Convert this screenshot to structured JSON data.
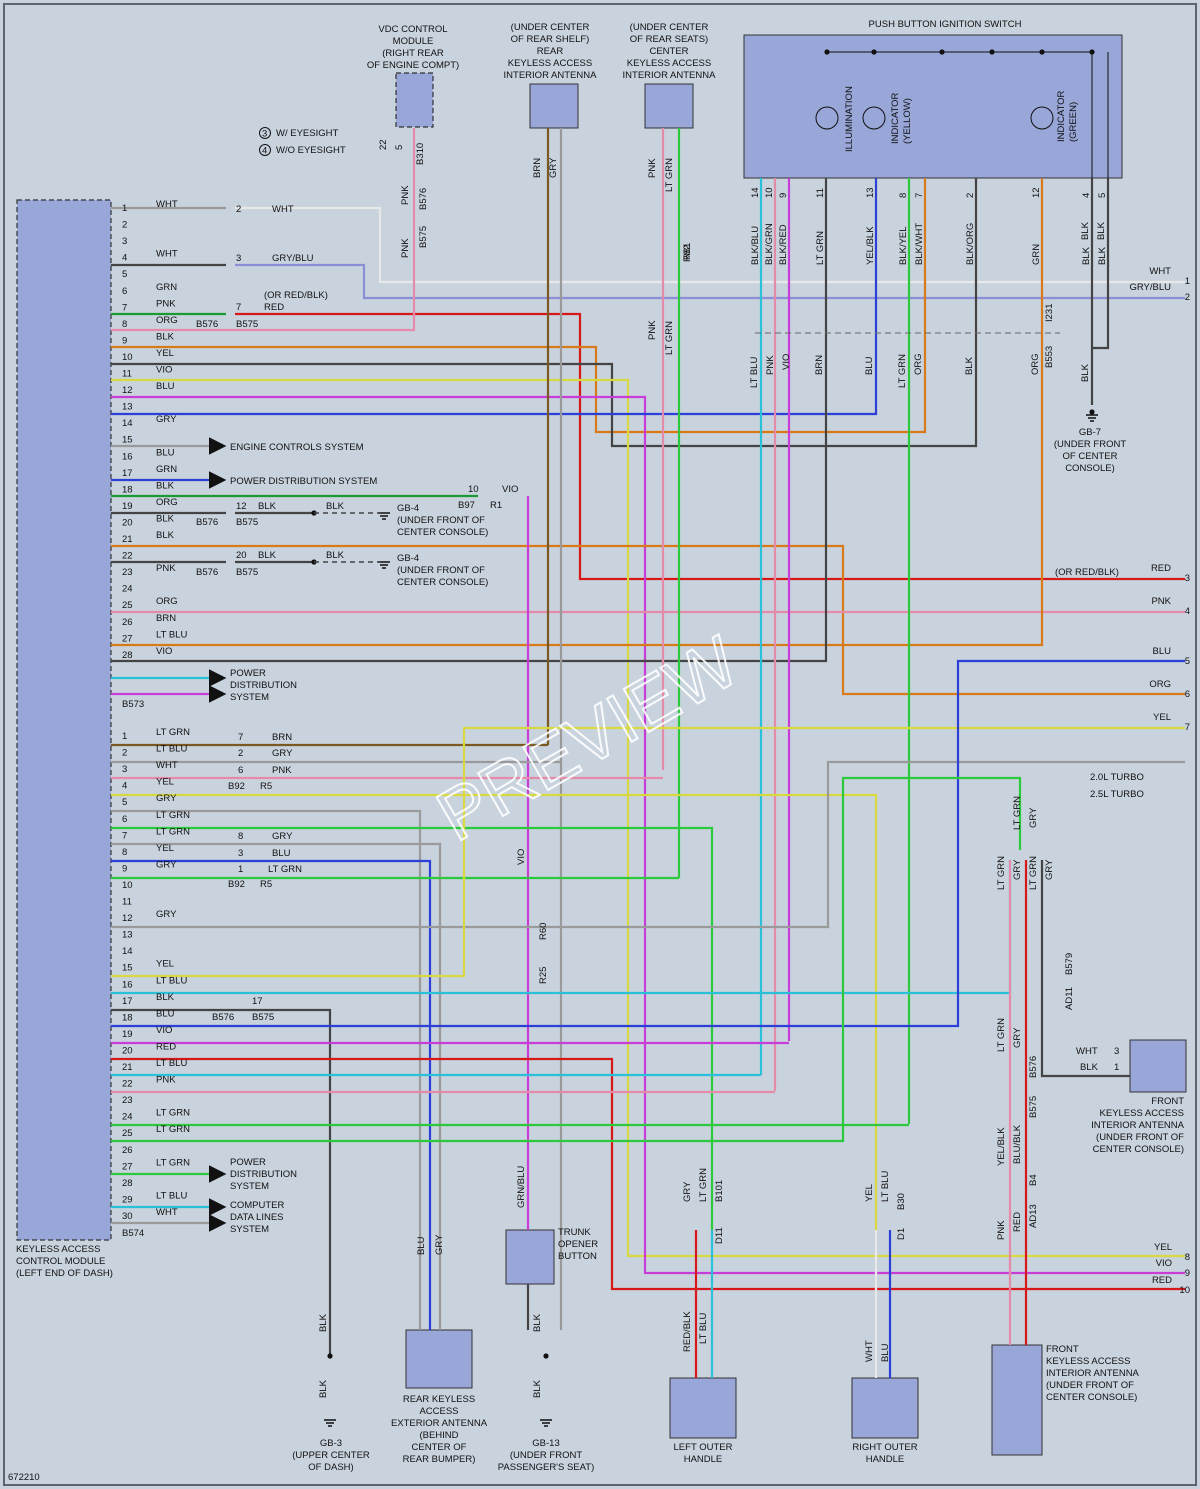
{
  "diagram_id": "672210",
  "watermark": "PREVIEW",
  "module": {
    "name": "KEYLESS ACCESS\nCONTROL MODULE\n(LEFT END OF DASH)",
    "connector_a": "B573",
    "connector_b": "B574"
  },
  "top_components": {
    "vdc": "VDC CONTROL\nMODULE\n(RIGHT REAR\nOF ENGINE COMPT)",
    "rear_antenna": "(UNDER CENTER\nOF REAR SHELF)\nREAR\nKEYLESS ACCESS\nINTERIOR ANTENNA",
    "center_antenna": "(UNDER CENTER\nOF REAR SEATS)\nCENTER\nKEYLESS ACCESS\nINTERIOR ANTENNA",
    "ignition_switch": "PUSH BUTTON IGNITION SWITCH",
    "illumination": "ILLUMINATION",
    "indicator_yellow": "INDICATOR\n(YELLOW)",
    "indicator_green": "INDICATOR\n(GREEN)"
  },
  "legend_eyesight": [
    "W/ EYESIGHT",
    "W/O EYESIGHT"
  ],
  "legend_turbo": [
    "2.0L TURBO",
    "2.5L TURBO"
  ],
  "pins_a": [
    {
      "n": "1",
      "c": "WHT"
    },
    {
      "n": "2",
      "c": ""
    },
    {
      "n": "3",
      "c": ""
    },
    {
      "n": "4",
      "c": "WHT"
    },
    {
      "n": "5",
      "c": ""
    },
    {
      "n": "6",
      "c": "GRN"
    },
    {
      "n": "7",
      "c": "PNK"
    },
    {
      "n": "8",
      "c": "ORG"
    },
    {
      "n": "9",
      "c": "BLK"
    },
    {
      "n": "10",
      "c": "YEL"
    },
    {
      "n": "11",
      "c": "VIO"
    },
    {
      "n": "12",
      "c": "BLU"
    },
    {
      "n": "13",
      "c": ""
    },
    {
      "n": "14",
      "c": "GRY"
    },
    {
      "n": "15",
      "c": ""
    },
    {
      "n": "16",
      "c": "BLU"
    },
    {
      "n": "17",
      "c": "GRN"
    },
    {
      "n": "18",
      "c": "BLK"
    },
    {
      "n": "19",
      "c": "ORG"
    },
    {
      "n": "20",
      "c": "BLK"
    },
    {
      "n": "21",
      "c": "BLK"
    },
    {
      "n": "22",
      "c": ""
    },
    {
      "n": "23",
      "c": "PNK"
    },
    {
      "n": "24",
      "c": ""
    },
    {
      "n": "25",
      "c": "ORG"
    },
    {
      "n": "26",
      "c": "BRN"
    },
    {
      "n": "27",
      "c": "LT BLU"
    },
    {
      "n": "28",
      "c": "VIO"
    }
  ],
  "pins_b": [
    {
      "n": "1",
      "c": "LT GRN"
    },
    {
      "n": "2",
      "c": "LT BLU"
    },
    {
      "n": "3",
      "c": "WHT"
    },
    {
      "n": "4",
      "c": "YEL"
    },
    {
      "n": "5",
      "c": "GRY"
    },
    {
      "n": "6",
      "c": "LT GRN"
    },
    {
      "n": "7",
      "c": "LT GRN"
    },
    {
      "n": "8",
      "c": "YEL"
    },
    {
      "n": "9",
      "c": "GRY"
    },
    {
      "n": "10",
      "c": ""
    },
    {
      "n": "11",
      "c": ""
    },
    {
      "n": "12",
      "c": "GRY"
    },
    {
      "n": "13",
      "c": ""
    },
    {
      "n": "14",
      "c": ""
    },
    {
      "n": "15",
      "c": "YEL"
    },
    {
      "n": "16",
      "c": "LT BLU"
    },
    {
      "n": "17",
      "c": "BLK"
    },
    {
      "n": "18",
      "c": "BLU"
    },
    {
      "n": "19",
      "c": "VIO"
    },
    {
      "n": "20",
      "c": "RED"
    },
    {
      "n": "21",
      "c": "LT BLU"
    },
    {
      "n": "22",
      "c": "PNK"
    },
    {
      "n": "23",
      "c": ""
    },
    {
      "n": "24",
      "c": "LT GRN"
    },
    {
      "n": "25",
      "c": "LT GRN"
    },
    {
      "n": "26",
      "c": ""
    },
    {
      "n": "27",
      "c": "LT GRN"
    },
    {
      "n": "28",
      "c": ""
    },
    {
      "n": "29",
      "c": "LT BLU"
    },
    {
      "n": "30",
      "c": "WHT"
    }
  ],
  "systems": {
    "engine": "ENGINE CONTROLS SYSTEM",
    "power1": "POWER DISTRIBUTION SYSTEM",
    "power2": "POWER\nDISTRIBUTION\nSYSTEM",
    "power3": "POWER\nDISTRIBUTION\nSYSTEM",
    "data": "COMPUTER\nDATA LINES\nSYSTEM"
  },
  "grounds": {
    "gb4": "GB-4\n(UNDER FRONT OF\nCENTER CONSOLE)",
    "gb7": "GB-7\n(UNDER FRONT\nOF CENTER\nCONSOLE)",
    "gb3": "GB-3\n(UPPER CENTER\nOF DASH)",
    "gb13": "GB-13\n(UNDER FRONT\nPASSENGER'S SEAT)"
  },
  "bottom_components": {
    "rear_ext": "REAR KEYLESS\nACCESS\nEXTERIOR ANTENNA\n(BEHIND\nCENTER OF\nREAR BUMPER)",
    "trunk": "TRUNK\nOPENER\nBUTTON",
    "left_handle": "LEFT OUTER\nHANDLE",
    "right_handle": "RIGHT OUTER\nHANDLE",
    "front_ant_1": "FRONT\nKEYLESS ACCESS\nINTERIOR ANTENNA\n(UNDER FRONT OF\nCENTER CONSOLE)",
    "front_ant_2": "FRONT\nKEYLESS ACCESS\nINTERIOR ANTENNA\n(UNDER FRONT OF\nCENTER CONSOLE)"
  },
  "right_exits_top": [
    {
      "c": "WHT",
      "n": "1"
    },
    {
      "c": "GRY/BLU",
      "n": "2"
    },
    {
      "c": "RED",
      "n": "3"
    },
    {
      "c": "PNK",
      "n": "4"
    },
    {
      "c": "BLU",
      "n": "5"
    },
    {
      "c": "ORG",
      "n": "6"
    },
    {
      "c": "YEL",
      "n": "7"
    }
  ],
  "right_exits_bottom": [
    {
      "c": "YEL",
      "n": "8"
    },
    {
      "c": "VIO",
      "n": "9"
    },
    {
      "c": "RED",
      "n": "10"
    }
  ],
  "or_red_blk": "(OR RED/BLK)",
  "colors": {
    "WHT": "#e8e8e8",
    "GRY": "#9a9a9a",
    "BLU": "#2c3fd6",
    "GRN": "#1a9a30",
    "LTGRN": "#2cc93c",
    "PNK": "#e58aa8",
    "ORG": "#d97a1a",
    "BLK": "#444444",
    "YEL": "#d8d840",
    "VIO": "#c83cd8",
    "RED": "#d81818",
    "LTBLU": "#2cc0d8",
    "BRN": "#7a5a22",
    "GRYBLU": "#8d8ed8"
  }
}
